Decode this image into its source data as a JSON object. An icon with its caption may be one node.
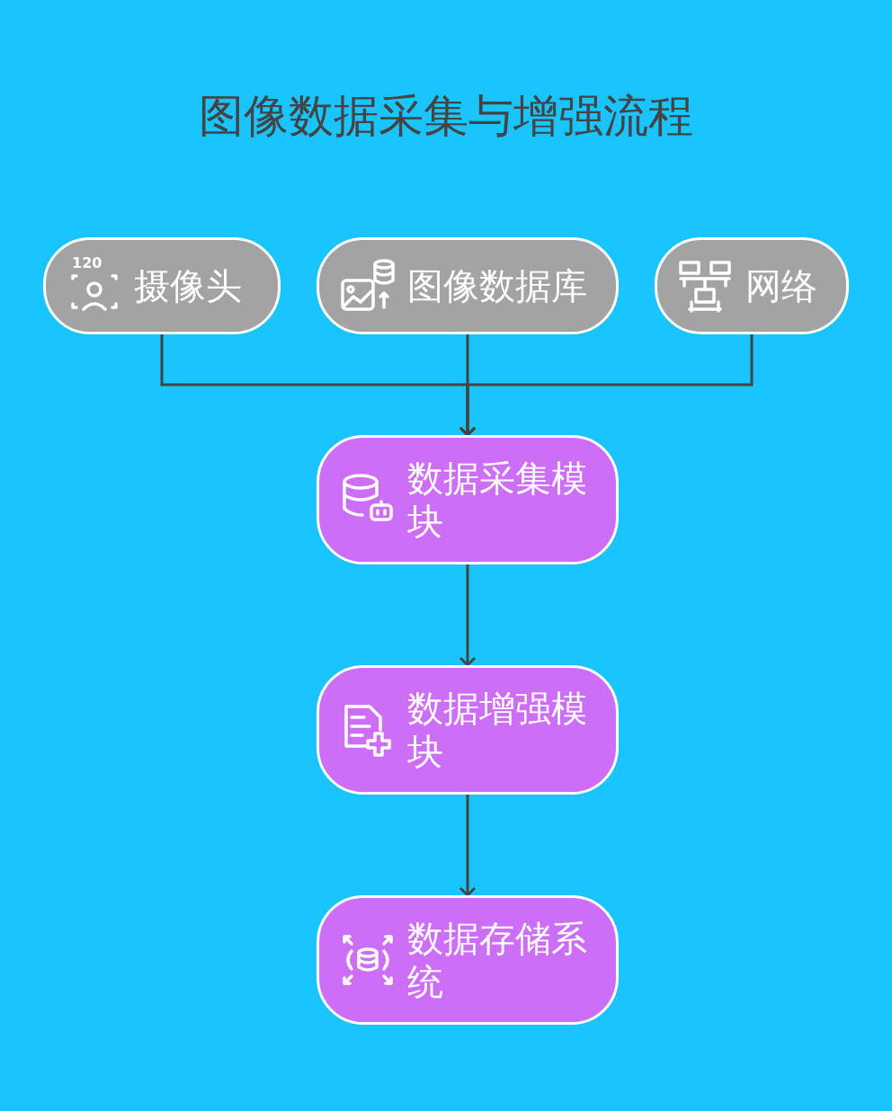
{
  "diagram": {
    "title": "图像数据采集与增强流程",
    "nodes": [
      {
        "text": [
          "摄像头"
        ]
      },
      {
        "text": [
          "图像数据库"
        ]
      },
      {
        "text": [
          "网络"
        ]
      },
      {
        "text": [
          "数据采集模块"
        ]
      },
      {
        "text": [
          "数据增强模块"
        ]
      },
      {
        "text": [
          "数据存储系统"
        ]
      }
    ],
    "edges": [
      {
        "from": 0,
        "to": 3,
        "arrow": "to"
      },
      {
        "from": 1,
        "to": 3,
        "arrow": "to"
      },
      {
        "from": 2,
        "to": 3,
        "arrow": "to"
      },
      {
        "from": 3,
        "to": 4,
        "arrow": "to"
      },
      {
        "from": 4,
        "to": 5,
        "arrow": "to"
      }
    ],
    "labels": [
      "120"
    ]
  }
}
